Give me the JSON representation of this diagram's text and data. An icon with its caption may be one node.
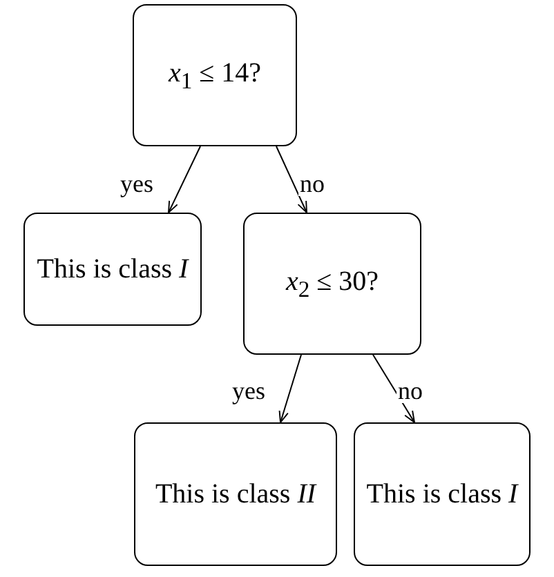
{
  "diagram": {
    "nodes": [
      {
        "text": [
          "*x*$_{1}$ ≤ 14?"
        ]
      },
      {
        "text": [
          "This is class *I*"
        ]
      },
      {
        "text": [
          "*x*$_{2}$ ≤ 30?"
        ]
      },
      {
        "text": [
          "This is class *II*"
        ]
      },
      {
        "text": [
          "This is class *I*"
        ]
      }
    ],
    "edges": [
      {
        "from": 0,
        "to": 1,
        "arrow": "to",
        "label": "yes"
      },
      {
        "from": 0,
        "to": 2,
        "arrow": "to",
        "label": "no"
      },
      {
        "from": 2,
        "to": 3,
        "arrow": "to",
        "label": "yes"
      },
      {
        "from": 2,
        "to": 4,
        "arrow": "to",
        "label": "no"
      }
    ]
  }
}
